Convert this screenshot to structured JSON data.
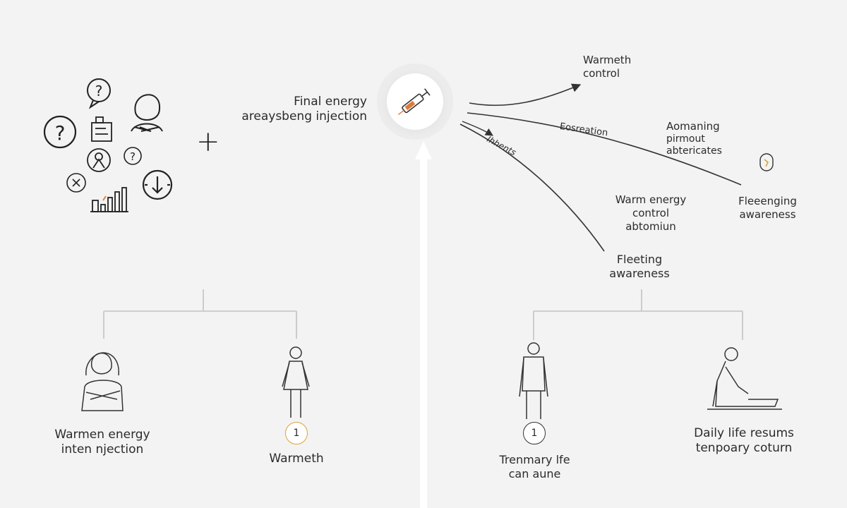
{
  "center": {
    "title_line1": "Final energy",
    "title_line2": "areaysbeng injection"
  },
  "plus_sign": "+",
  "top_right": {
    "label_a_line1": "Warmeth",
    "label_a_line2": "control",
    "curve_label_1": "Eosreation",
    "curve_label_2": "Ihhents",
    "label_b_line1": "Aomaning",
    "label_b_line2": "pirmout",
    "label_b_line3": "abtericates",
    "label_c_line1": "Fleeenging",
    "label_c_line2": "awareness",
    "label_d_line1": "Warm energy",
    "label_d_line2": "control",
    "label_d_line3": "abtomiun",
    "label_e_line1": "Fleeting",
    "label_e_line2": "awareness"
  },
  "bottom_left": {
    "caption_a_line1": "Warmen energy",
    "caption_a_line2": "inten njection",
    "badge_b": "1",
    "caption_b": "Warmeth"
  },
  "bottom_right": {
    "badge_a": "1",
    "caption_a_line1": "Trenmary lfe",
    "caption_a_line2": "can aune",
    "caption_b_line1": "Daily life resums",
    "caption_b_line2": "tenpoary coturn"
  },
  "colors": {
    "background": "#f3f3f3",
    "line": "#333333",
    "syringe_accent": "#e07a3a",
    "badge_accent": "#d9a33a"
  }
}
